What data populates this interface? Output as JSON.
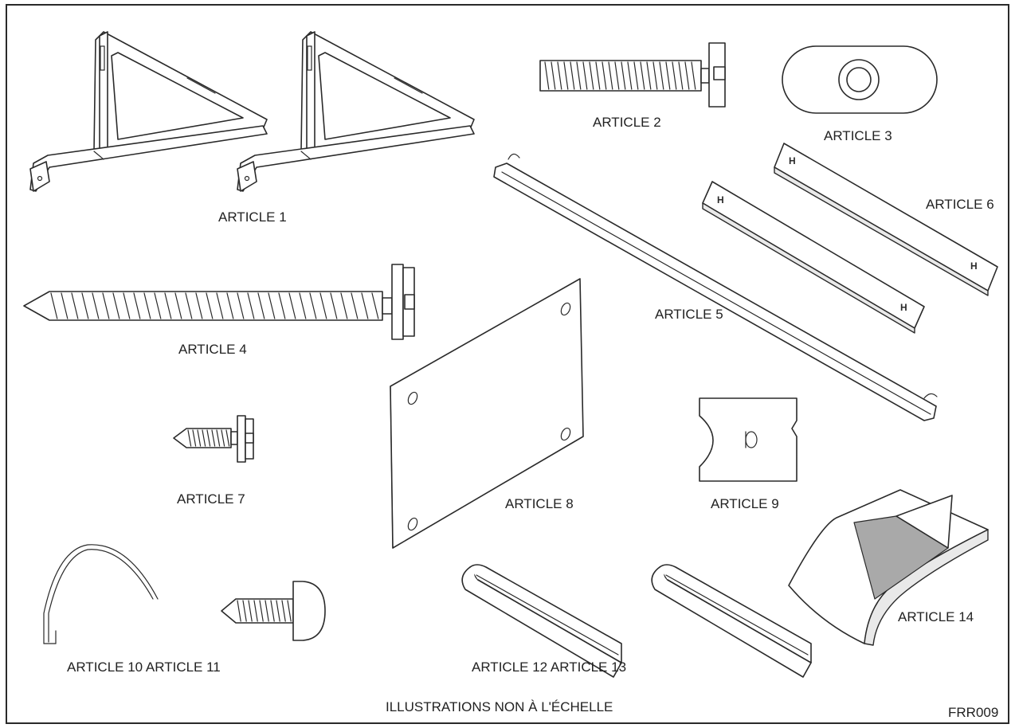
{
  "labels": {
    "article1": "ARTICLE 1",
    "article2": "ARTICLE 2",
    "article3": "ARTICLE 3",
    "article4": "ARTICLE 4",
    "article5": "ARTICLE 5",
    "article6": "ARTICLE 6",
    "article7": "ARTICLE 7",
    "article8": "ARTICLE 8",
    "article9": "ARTICLE 9",
    "article10_11": "ARTICLE 10 ARTICLE 11",
    "article12_13": "ARTICLE 12 ARTICLE 13",
    "article14": "ARTICLE 14"
  },
  "footer": {
    "note": "ILLUSTRATIONS NON À L'ÉCHELLE",
    "code": "FRR009"
  },
  "colors": {
    "line": "#2a2a2a",
    "fill": "#ffffff",
    "shadow": "#a9a9a9"
  }
}
